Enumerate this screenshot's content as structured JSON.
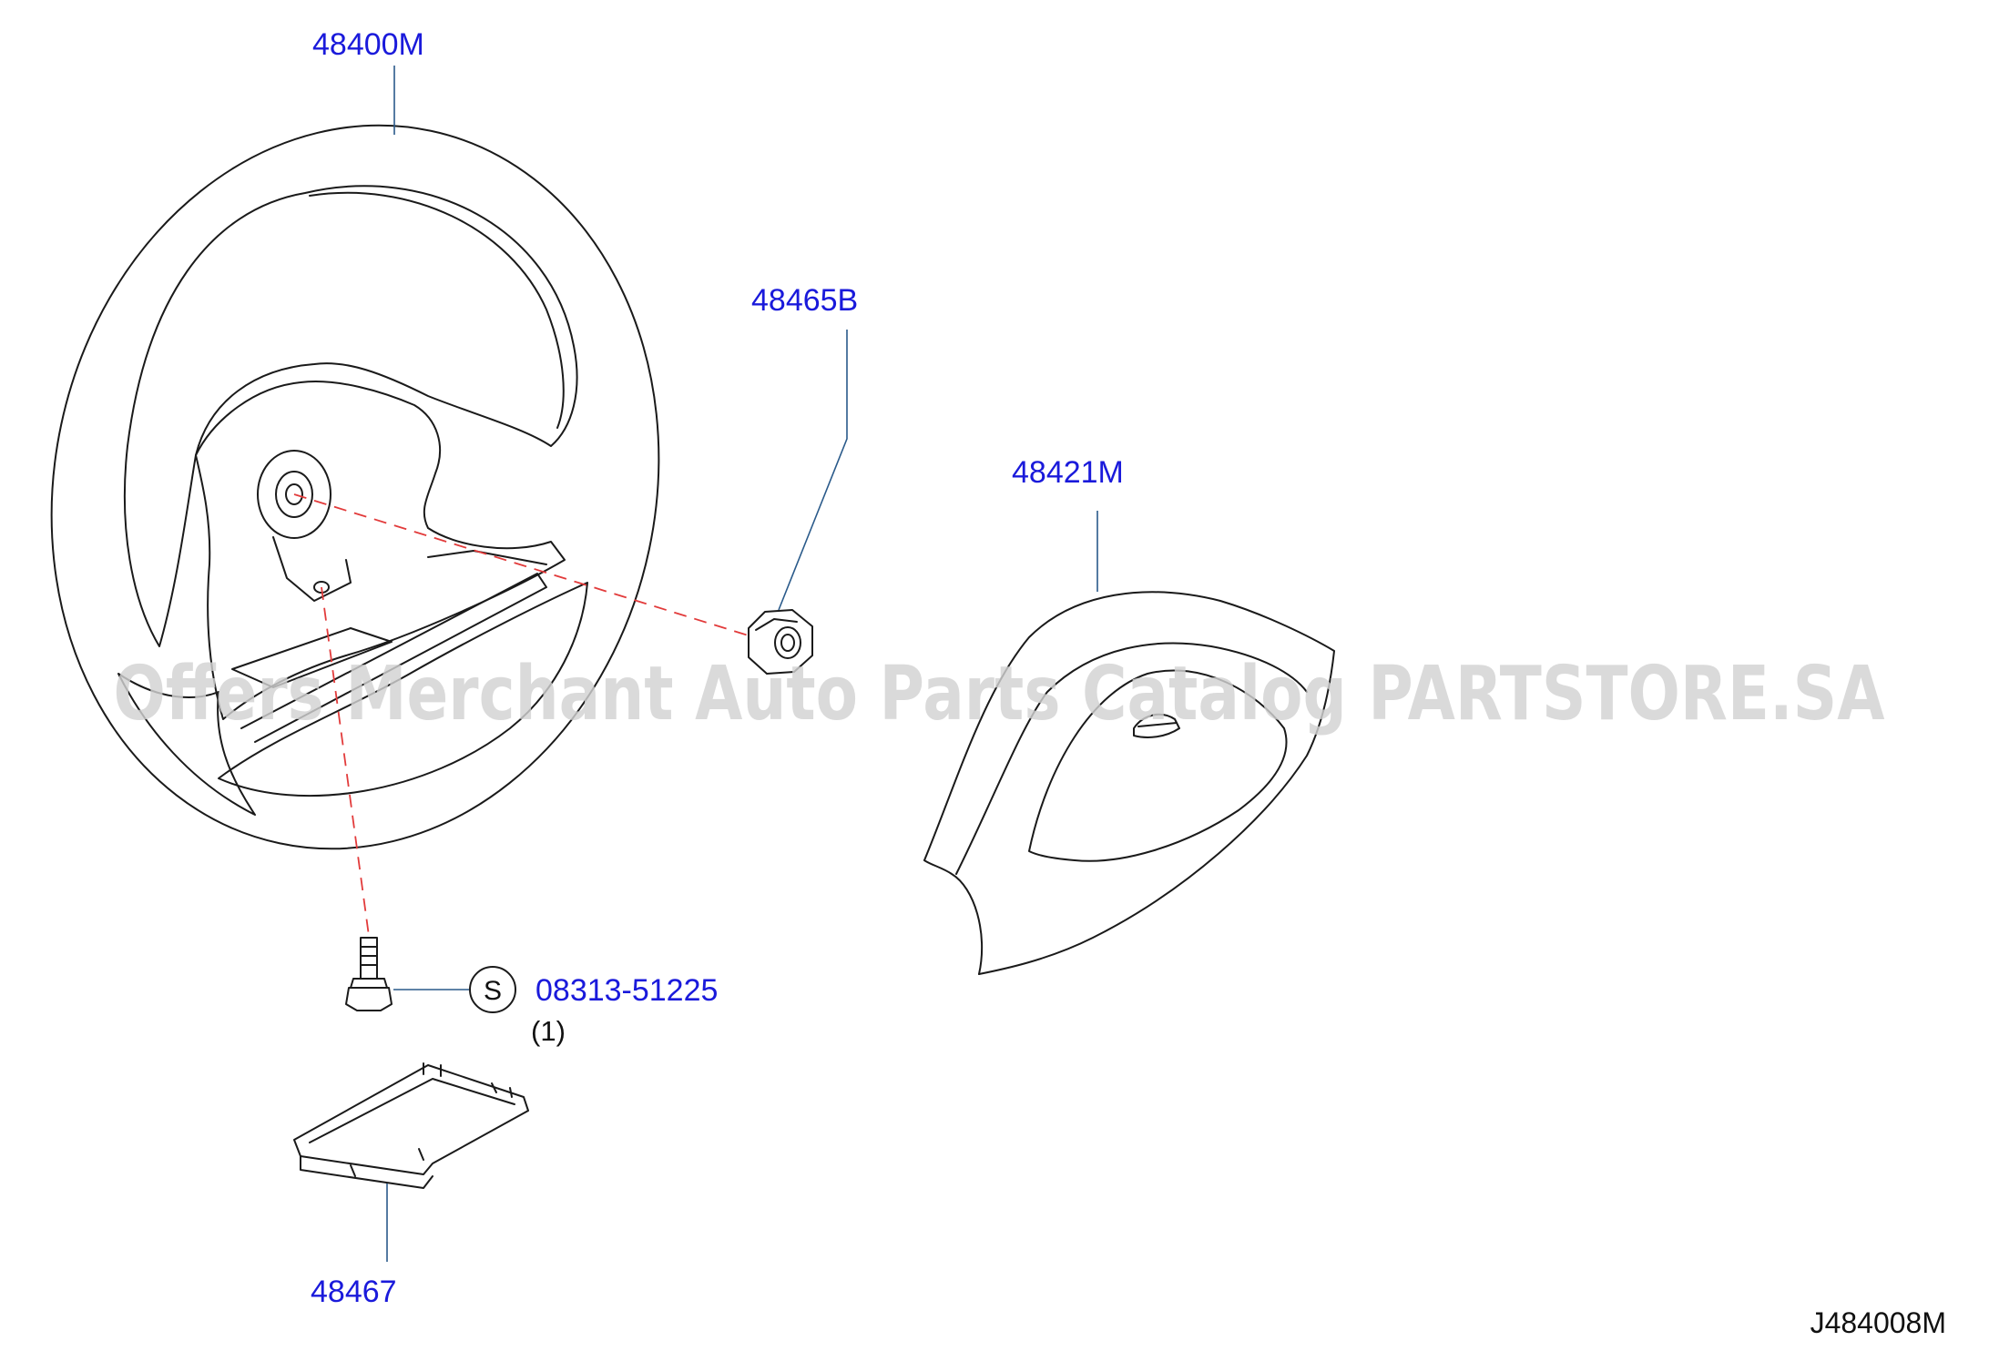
{
  "diagram": {
    "code": "J484008M",
    "watermark": "Offers Merchant Auto Parts Catalog PARTSTORE.SA",
    "label_color": "#1a1adb",
    "line_color": "#1a1a1a",
    "leader_color": "#2a5a8a",
    "axis_line_color": "#e23b3b"
  },
  "parts": {
    "steering_wheel": {
      "number": "48400M"
    },
    "nut": {
      "number": "48465B"
    },
    "pad": {
      "number": "48421M"
    },
    "bolt": {
      "number": "08313-51225",
      "symbol": "S",
      "quantity": "(1)"
    },
    "cover": {
      "number": "48467"
    }
  }
}
